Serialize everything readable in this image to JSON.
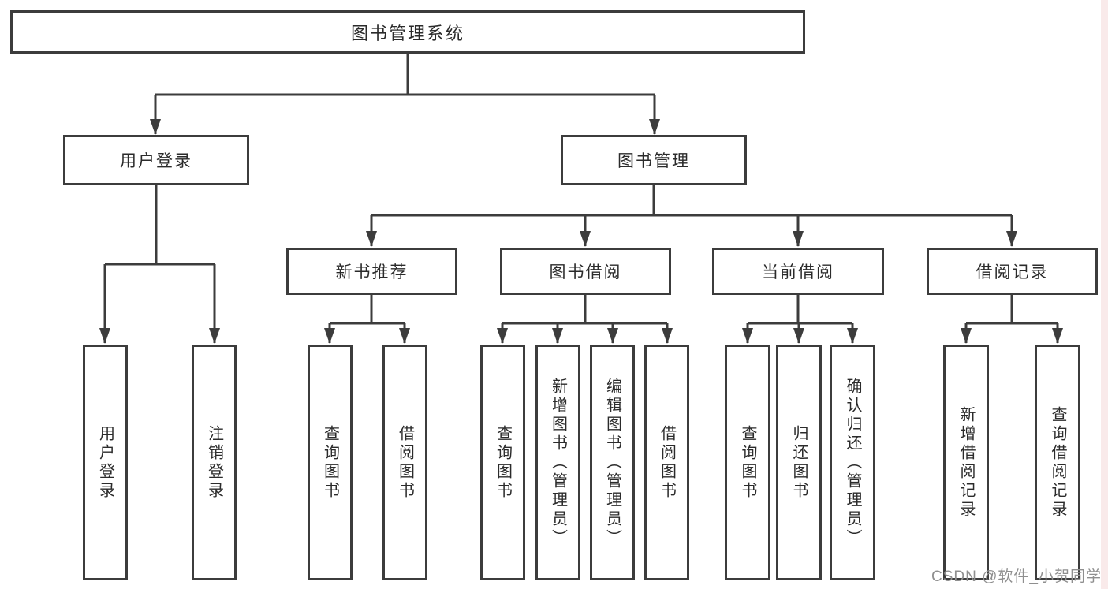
{
  "diagram": {
    "tree": {
      "label": "图书管理系统",
      "children": [
        {
          "label": "用户登录",
          "children": [
            {
              "label": "用户登录"
            },
            {
              "label": "注销登录"
            }
          ]
        },
        {
          "label": "图书管理",
          "children": [
            {
              "label": "新书推荐",
              "children": [
                {
                  "label": "查询图书"
                },
                {
                  "label": "借阅图书"
                }
              ]
            },
            {
              "label": "图书借阅",
              "children": [
                {
                  "label": "查询图书"
                },
                {
                  "label": "新增图书（管理员）"
                },
                {
                  "label": "编辑图书（管理员）"
                },
                {
                  "label": "借阅图书"
                }
              ]
            },
            {
              "label": "当前借阅",
              "children": [
                {
                  "label": "查询图书"
                },
                {
                  "label": "归还图书"
                },
                {
                  "label": "确认归还（管理员）"
                }
              ]
            },
            {
              "label": "借阅记录",
              "children": [
                {
                  "label": "新增借阅记录"
                },
                {
                  "label": "查询借阅记录"
                }
              ]
            }
          ]
        }
      ]
    },
    "watermark": {
      "text": "CSDN @软件_小贺同学"
    },
    "colors": {
      "line": "#3c3c3c",
      "box_border": "#3c3c3c",
      "text": "#2b2b2b",
      "watermark_text": "#8f8f8f",
      "right_strip": "#f9eaea",
      "background": "#ffffff"
    }
  }
}
